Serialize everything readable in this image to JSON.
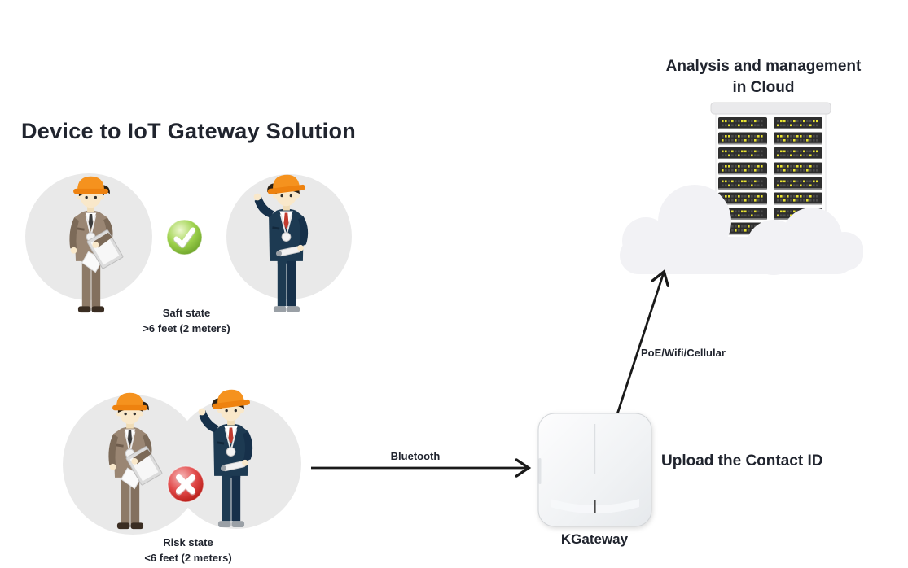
{
  "title": "Device to IoT Gateway Solution",
  "cloud_caption": {
    "line1": "Analysis and management",
    "line2": "in Cloud"
  },
  "safe_state": {
    "line1": "Saft state",
    "line2": ">6 feet (2 meters)"
  },
  "risk_state": {
    "line1": "Risk state",
    "line2": "<6 feet (2 meters)"
  },
  "links": {
    "bluetooth": "Bluetooth",
    "uplink": "PoE/Wifi/Cellular"
  },
  "gateway": {
    "name": "KGateway",
    "note": "Upload the Contact ID"
  },
  "icons": {
    "safe_badge": "green-check-icon",
    "risk_badge": "red-cross-icon",
    "cloud": "cloud-icon",
    "servers": "server-rack-icon",
    "device": "kgateway-device"
  },
  "colors": {
    "text": "#20242e",
    "hat_orange": "#f5921e",
    "suit_tan": "#9a8673",
    "suit_navy": "#1d3a52",
    "check_green": "#8cc63e",
    "cross_red": "#d6271f",
    "led_yellow": "#e8e332",
    "server_dark": "#2e2e2e",
    "cloud_fill": "#f2f2f5",
    "circle_fill": "#e9e9e9",
    "arrow": "#1a1a1a"
  }
}
